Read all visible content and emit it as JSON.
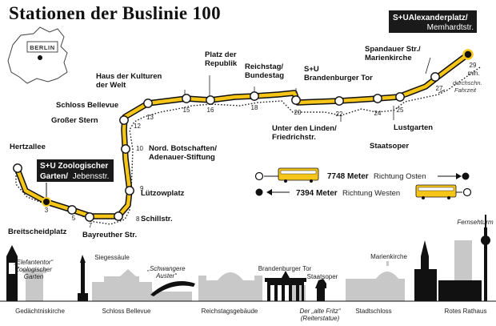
{
  "title": "Stationen der Buslinie 100",
  "map_label": "BERLIN",
  "legend": {
    "east": {
      "distance": "7748 Meter",
      "direction": "Richtung Osten"
    },
    "west": {
      "distance": "7394 Meter",
      "direction": "Richtung Westen"
    }
  },
  "travel_time": {
    "value": "29",
    "unit": "min.",
    "note_line1": "durchschn.",
    "note_line2": "Fahrzeit"
  },
  "terminus_east": {
    "bold": "S+UAlexanderplatz/",
    "normal": "Memhardtstr."
  },
  "terminus_west": {
    "line1_bold": "S+U Zoologischer",
    "line2_bold": "Garten/",
    "line2_normal": "Jebensstr."
  },
  "stations": [
    {
      "lines": [
        "Hertzallee"
      ],
      "minute": ""
    },
    {
      "lines": [
        "Breitscheidplatz"
      ],
      "minute": "3"
    },
    {
      "lines": [
        ""
      ],
      "minute": "5"
    },
    {
      "lines": [
        "Bayreuther Str."
      ],
      "minute": "7"
    },
    {
      "lines": [
        "Schillstr."
      ],
      "minute": "8"
    },
    {
      "lines": [
        "Lützowplatz"
      ],
      "minute": "9"
    },
    {
      "lines": [
        "Nord. Botschaften/",
        "Adenauer-Stiftung"
      ],
      "minute": "10"
    },
    {
      "lines": [
        "Großer Stern"
      ],
      "minute": "12"
    },
    {
      "lines": [
        "Schloss Bellevue"
      ],
      "minute": "13"
    },
    {
      "lines": [
        "Haus der Kulturen",
        "der Welt"
      ],
      "minute": "15"
    },
    {
      "lines": [
        "Platz der",
        "Republik"
      ],
      "minute": "16"
    },
    {
      "lines": [
        "Reichstag/",
        "Bundestag"
      ],
      "minute": "18"
    },
    {
      "lines": [
        "S+U",
        "Brandenburger Tor"
      ],
      "minute": "20"
    },
    {
      "lines": [
        "Unter den Linden/",
        "Friedrichstr."
      ],
      "minute": "22"
    },
    {
      "lines": [
        "Staatsoper"
      ],
      "minute": "24"
    },
    {
      "lines": [
        "Lustgarten"
      ],
      "minute": "25"
    },
    {
      "lines": [
        "Spandauer Str./",
        "Marienkirche"
      ],
      "minute": "27"
    }
  ],
  "landmarks": [
    {
      "lines": [
        "Gedächtniskirche"
      ],
      "italic": false
    },
    {
      "lines": [
        "„Elefantentor“",
        "Zoologischer",
        "Garten"
      ],
      "italic": true
    },
    {
      "lines": [
        "Siegessäule"
      ],
      "italic": false
    },
    {
      "lines": [
        "Schloss Bellevue"
      ],
      "italic": false
    },
    {
      "lines": [
        "„Schwangere",
        "Auster“"
      ],
      "italic": true
    },
    {
      "lines": [
        "Reichstagsgebäude"
      ],
      "italic": false
    },
    {
      "lines": [
        "Brandenburger Tor"
      ],
      "italic": false
    },
    {
      "lines": [
        "Staatsoper"
      ],
      "italic": false
    },
    {
      "lines": [
        "Der „alte Fritz“",
        "(Reiterstatue)"
      ],
      "italic": true
    },
    {
      "lines": [
        "Marienkirche"
      ],
      "italic": false
    },
    {
      "lines": [
        "Stadtschloss"
      ],
      "italic": false
    },
    {
      "lines": [
        "Rotes Rathaus"
      ],
      "italic": false
    },
    {
      "lines": [
        "Fernsehturm"
      ],
      "italic": true
    }
  ],
  "colors": {
    "route": "#f5c518",
    "ink": "#111111",
    "skyline_gray": "#c8c8c8",
    "box": "#1a1a1a"
  }
}
